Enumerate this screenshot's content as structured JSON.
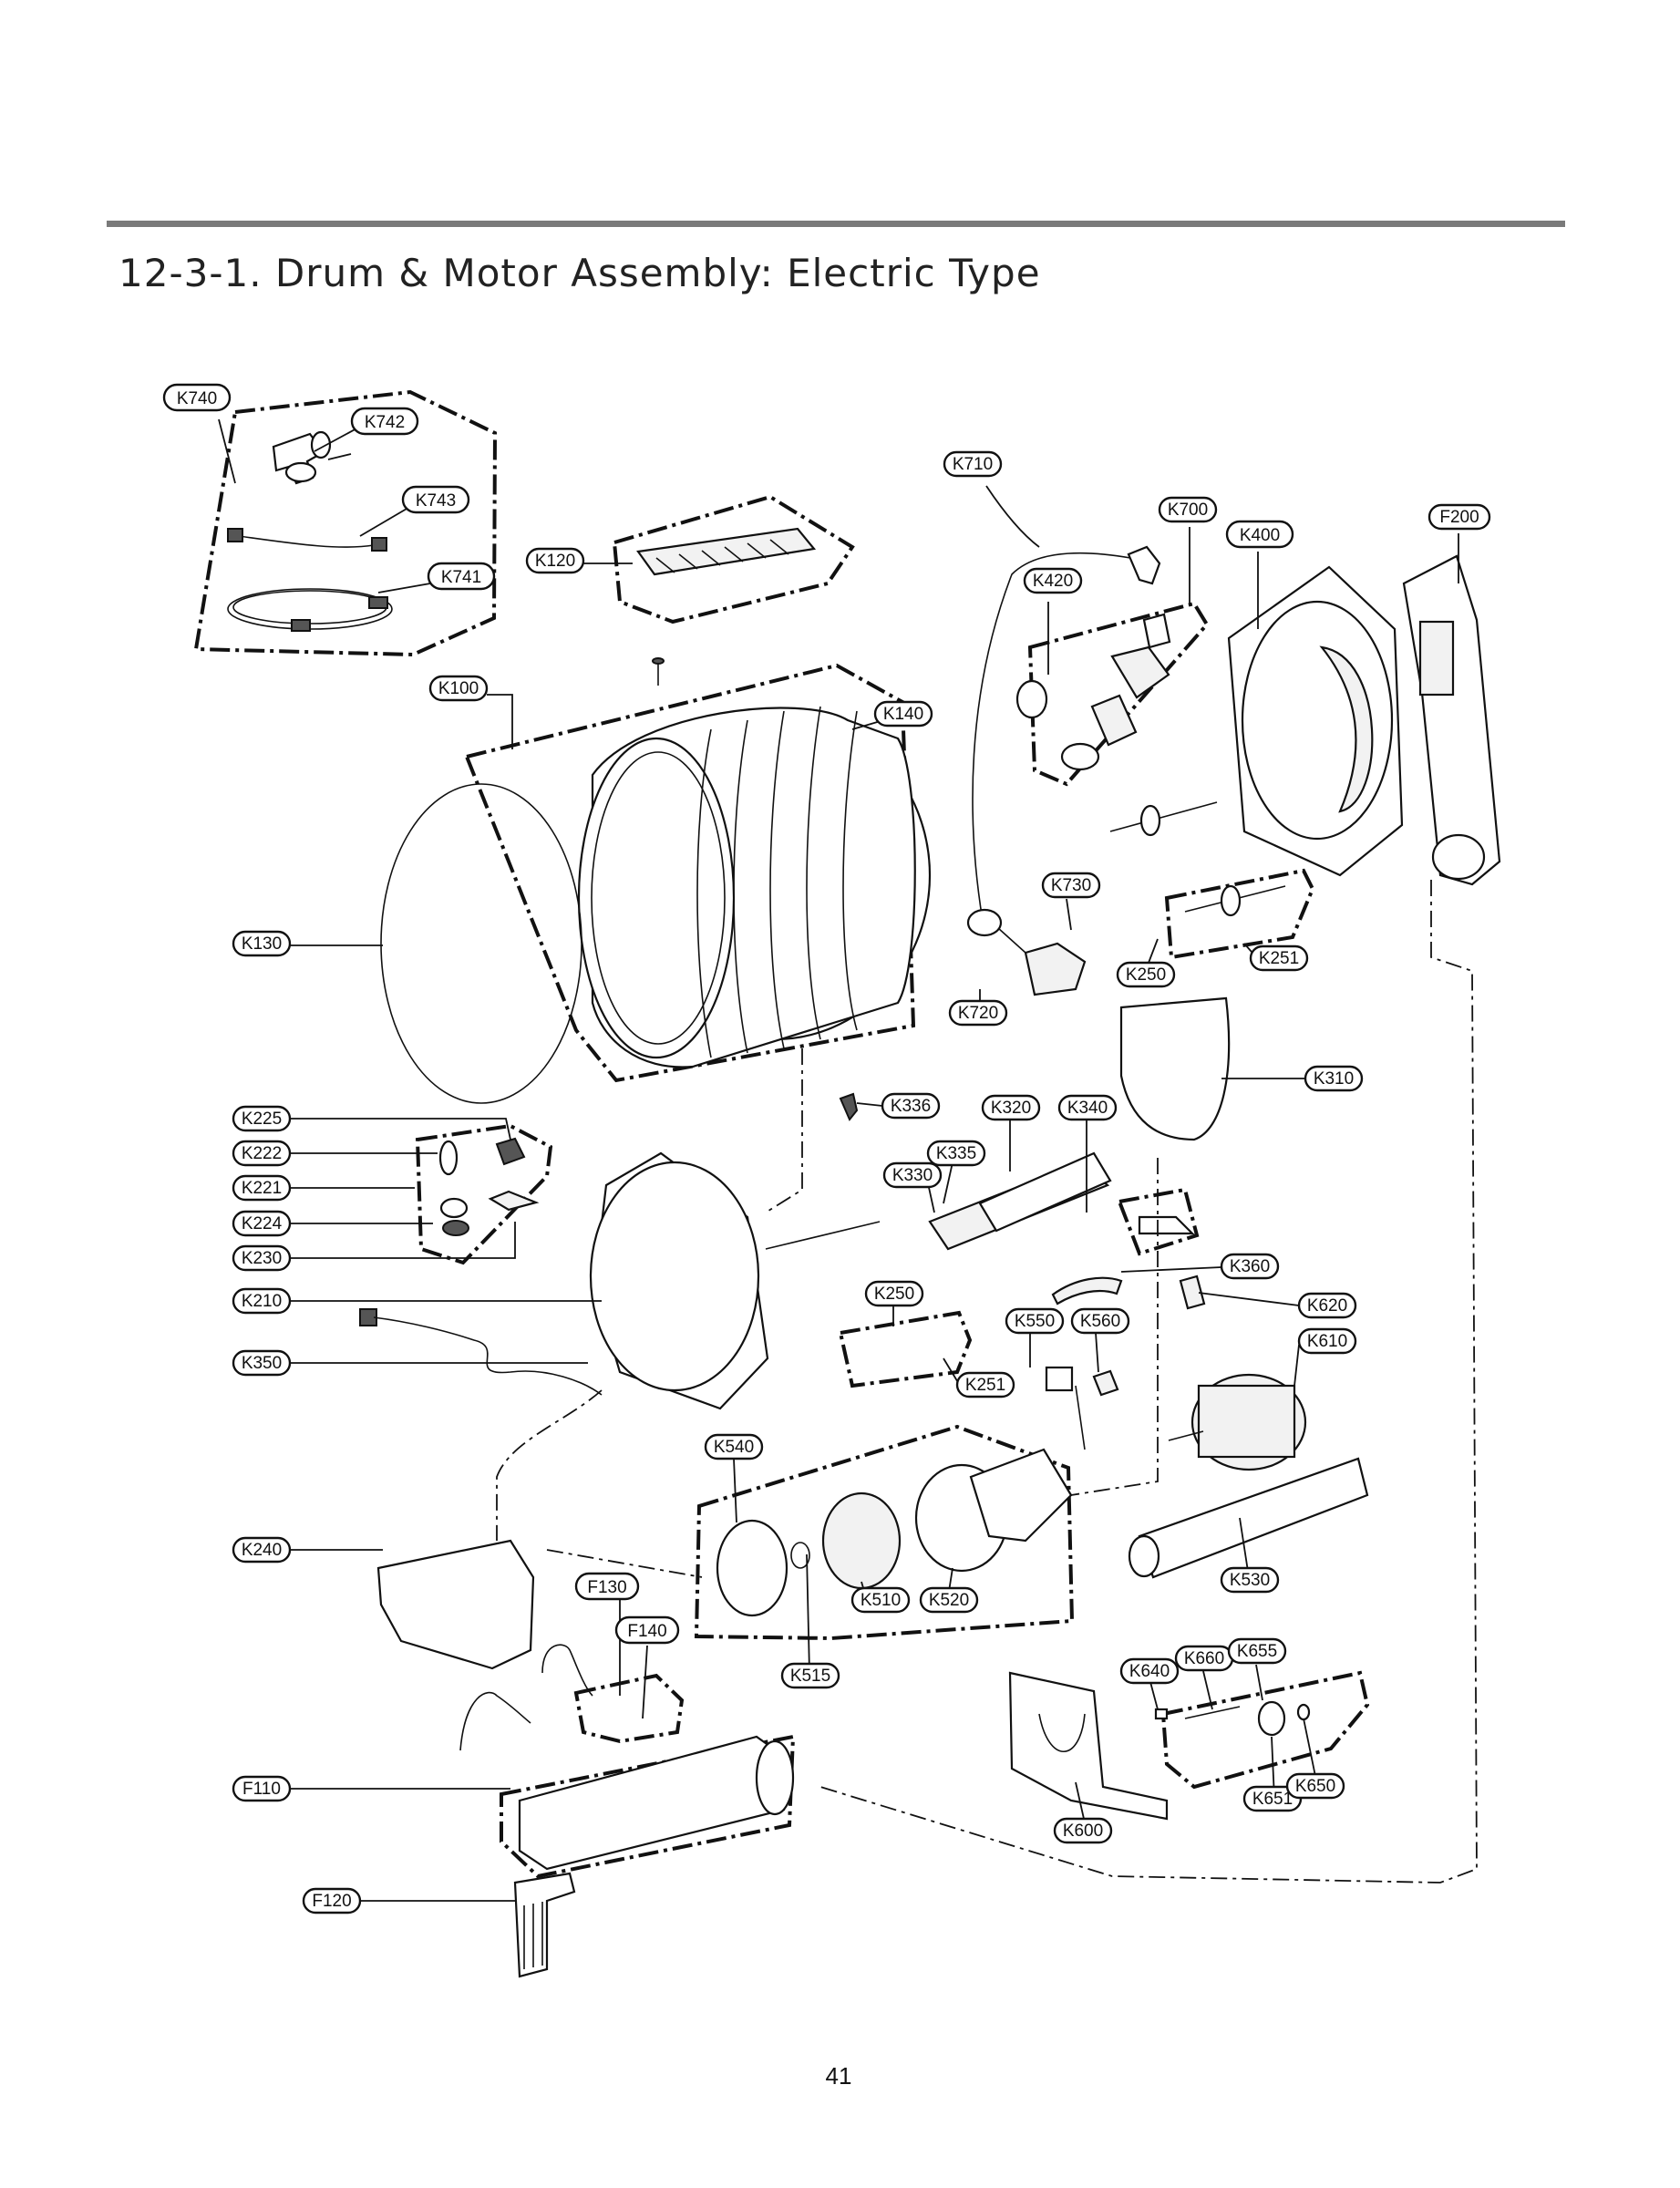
{
  "page": {
    "title": "12-3-1. Drum & Motor Assembly: Electric Type",
    "number": "41"
  },
  "labels": [
    {
      "id": "K740",
      "text": "K740"
    },
    {
      "id": "K742",
      "text": "K742"
    },
    {
      "id": "K743",
      "text": "K743"
    },
    {
      "id": "K741",
      "text": "K741"
    },
    {
      "id": "K120",
      "text": "K120"
    },
    {
      "id": "K100",
      "text": "K100"
    },
    {
      "id": "K140",
      "text": "K140"
    },
    {
      "id": "K130",
      "text": "K130"
    },
    {
      "id": "K710",
      "text": "K710"
    },
    {
      "id": "K700",
      "text": "K700"
    },
    {
      "id": "K400",
      "text": "K400"
    },
    {
      "id": "F200",
      "text": "F200"
    },
    {
      "id": "K420",
      "text": "K420"
    },
    {
      "id": "K730",
      "text": "K730"
    },
    {
      "id": "K720",
      "text": "K720"
    },
    {
      "id": "K250a",
      "text": "K250"
    },
    {
      "id": "K251a",
      "text": "K251"
    },
    {
      "id": "K310",
      "text": "K310"
    },
    {
      "id": "K225",
      "text": "K225"
    },
    {
      "id": "K222",
      "text": "K222"
    },
    {
      "id": "K221",
      "text": "K221"
    },
    {
      "id": "K224",
      "text": "K224"
    },
    {
      "id": "K230",
      "text": "K230"
    },
    {
      "id": "K210",
      "text": "K210"
    },
    {
      "id": "K350",
      "text": "K350"
    },
    {
      "id": "K336",
      "text": "K336"
    },
    {
      "id": "K320",
      "text": "K320"
    },
    {
      "id": "K340",
      "text": "K340"
    },
    {
      "id": "K335",
      "text": "K335"
    },
    {
      "id": "K330",
      "text": "K330"
    },
    {
      "id": "K360",
      "text": "K360"
    },
    {
      "id": "K250b",
      "text": "K250"
    },
    {
      "id": "K251b",
      "text": "K251"
    },
    {
      "id": "K550",
      "text": "K550"
    },
    {
      "id": "K560",
      "text": "K560"
    },
    {
      "id": "K620",
      "text": "K620"
    },
    {
      "id": "K610",
      "text": "K610"
    },
    {
      "id": "K540",
      "text": "K540"
    },
    {
      "id": "K240",
      "text": "K240"
    },
    {
      "id": "K510",
      "text": "K510"
    },
    {
      "id": "K520",
      "text": "K520"
    },
    {
      "id": "K530",
      "text": "K530"
    },
    {
      "id": "K515",
      "text": "K515"
    },
    {
      "id": "F130",
      "text": "F130"
    },
    {
      "id": "F140",
      "text": "F140"
    },
    {
      "id": "F110",
      "text": "F110"
    },
    {
      "id": "F120",
      "text": "F120"
    },
    {
      "id": "K640",
      "text": "K640"
    },
    {
      "id": "K660",
      "text": "K660"
    },
    {
      "id": "K655",
      "text": "K655"
    },
    {
      "id": "K600",
      "text": "K600"
    },
    {
      "id": "K651",
      "text": "K651"
    },
    {
      "id": "K650",
      "text": "K650"
    }
  ]
}
